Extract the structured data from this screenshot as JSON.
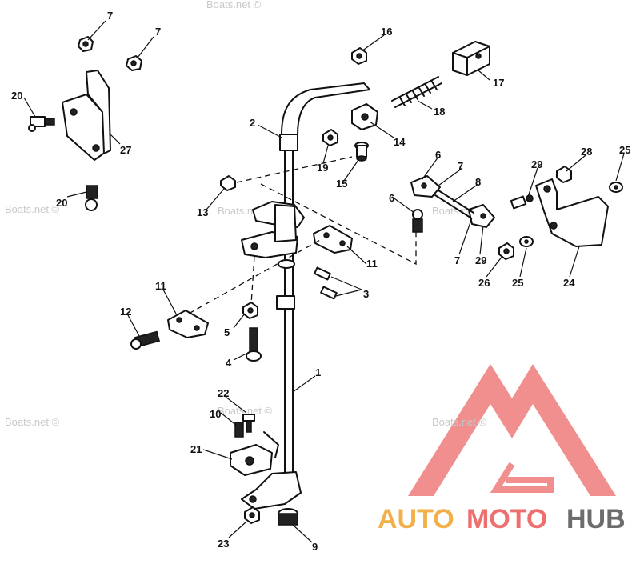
{
  "watermarks": [
    "Boats.net ©",
    "Boats.net ©",
    "Boats.net ©",
    "Boats.net ©",
    "Boats.net ©",
    "Boats.net ©",
    "Boats.net ©"
  ],
  "callouts": {
    "n1": "1",
    "n2": "2",
    "n3": "3",
    "n4": "4",
    "n5": "5",
    "n6a": "6",
    "n6b": "6",
    "n7a": "7",
    "n7b": "7",
    "n7c": "7",
    "n7d": "7",
    "n8": "8",
    "n9": "9",
    "n10": "10",
    "n11a": "11",
    "n11b": "11",
    "n12": "12",
    "n13": "13",
    "n14": "14",
    "n15": "15",
    "n16": "16",
    "n17": "17",
    "n18": "18",
    "n19": "19",
    "n20a": "20",
    "n20b": "20",
    "n21": "21",
    "n22": "22",
    "n23": "23",
    "n24": "24",
    "n25a": "25",
    "n25b": "25",
    "n26": "26",
    "n27": "27",
    "n28": "28",
    "n29a": "29",
    "n29b": "29"
  },
  "logo": {
    "text_auto": "AUTO",
    "text_moto": "MOTO",
    "text_hub": "HUB",
    "colors": {
      "auto": "#f3b04a",
      "moto": "#ee6f6f",
      "hub": "#6c6c6c",
      "triangle": "#ef7b7b"
    }
  }
}
